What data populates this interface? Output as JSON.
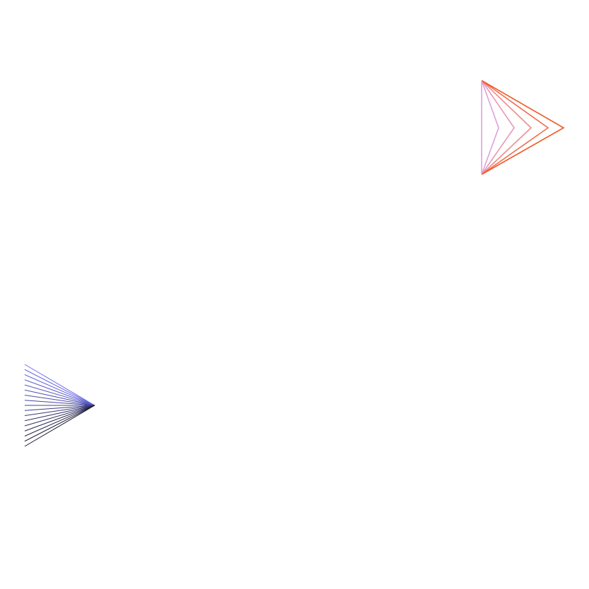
{
  "background": "#ffffff",
  "figures": [
    {
      "name": "warm-nested-chevrons",
      "line_count": 5,
      "colors": [
        "#DDA0DD",
        "#E79AB8",
        "#EE8C8C",
        "#F06E50",
        "#EE5A24"
      ]
    },
    {
      "name": "blue-line-fan",
      "line_count": 17,
      "colors": [
        "#6C6CF2",
        "#1A1A2E"
      ]
    }
  ]
}
